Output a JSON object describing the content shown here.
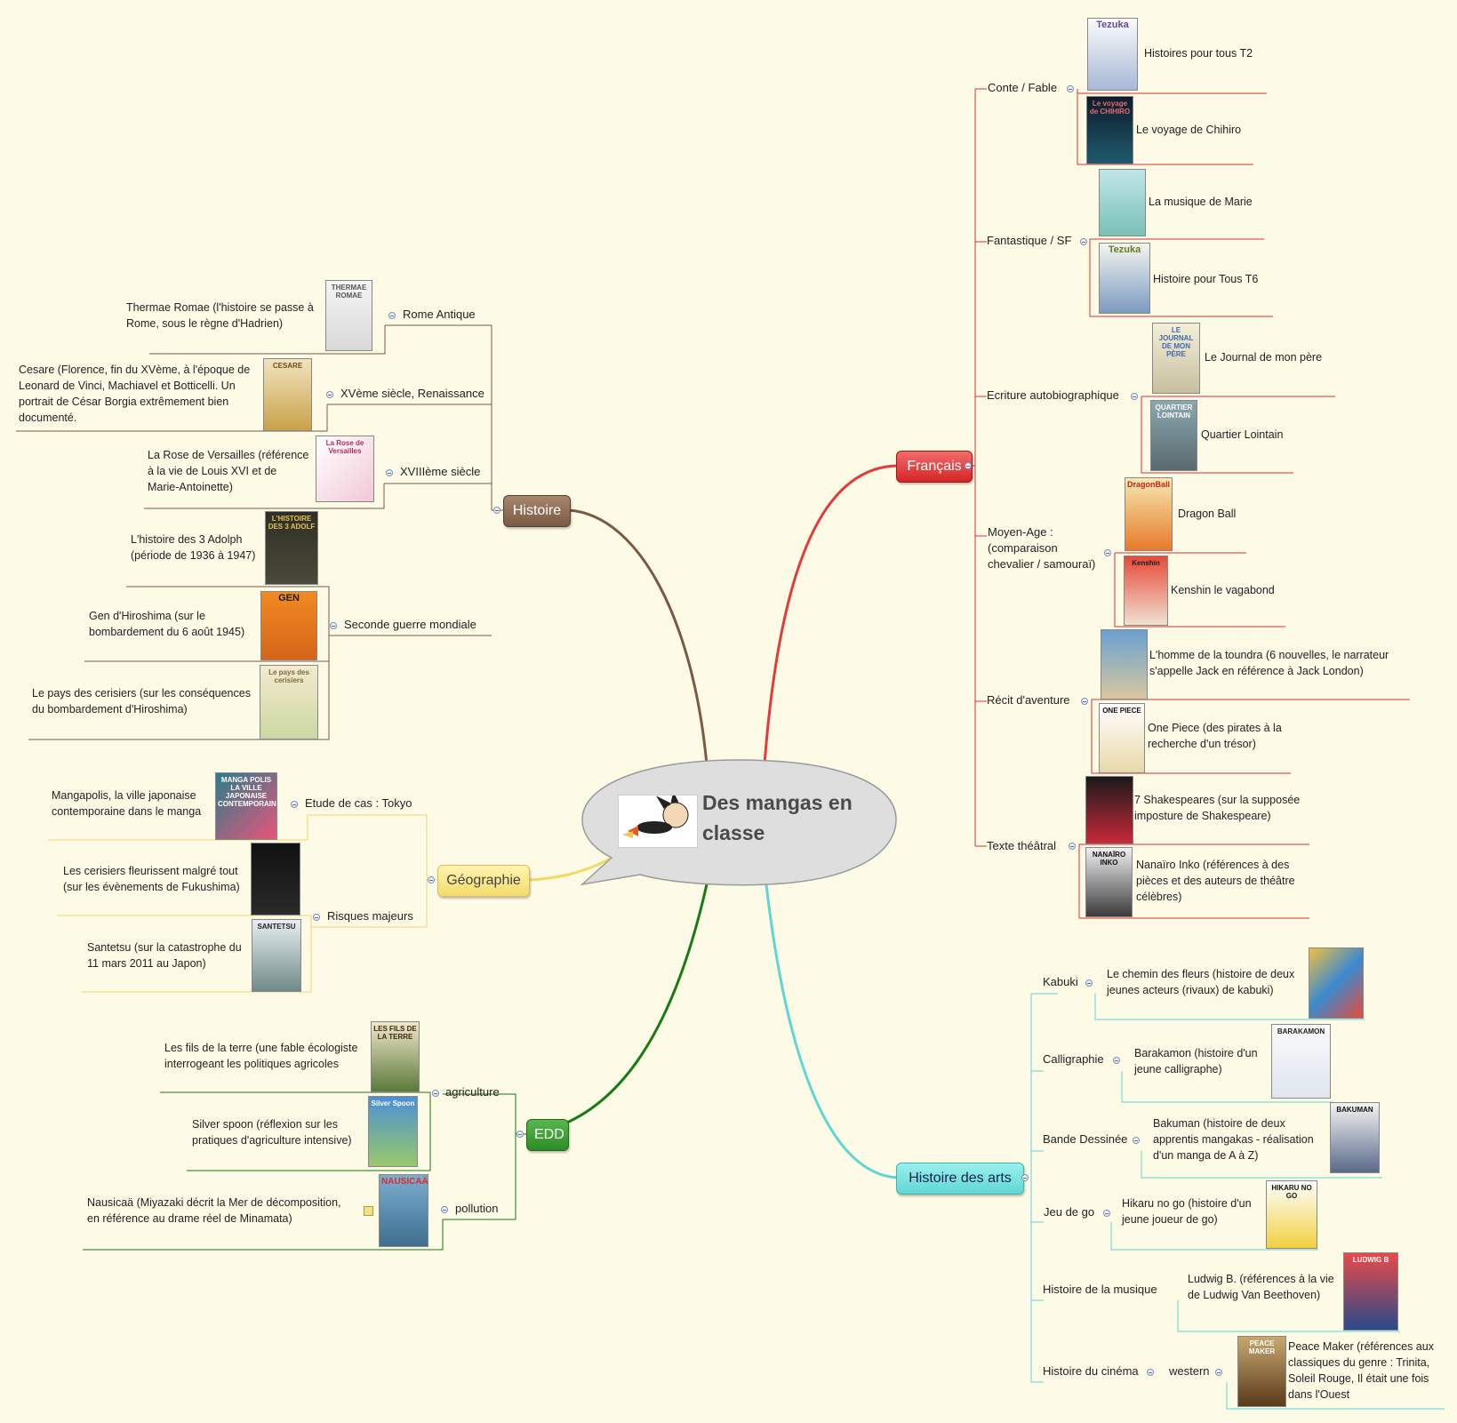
{
  "central": {
    "title": "Des mangas en\nclasse",
    "icon": "astro-boy-illustration"
  },
  "branches": {
    "histoire": {
      "label": "Histoire",
      "color": "#7a5a44",
      "topics": {
        "rome": "Rome Antique",
        "renaissance": "XVème siècle, Renaissance",
        "xviii": "XVIIIème siècle",
        "ww2": "Seconde guerre mondiale"
      },
      "works": [
        "Thermae Romae (l'histoire se passe à\nRome, sous le règne d'Hadrien)",
        "Cesare (Florence, fin du XVème, à l'époque de\nLeonard de Vinci, Machiavel et Botticelli. Un\nportrait de César Borgia extrêmement bien\ndocumenté.",
        "La Rose de Versailles (référence\nà la vie de Louis XVI et de\nMarie-Antoinette)",
        "L'histoire des 3 Adolph\n(période de 1936 à 1947)",
        "Gen d'Hiroshima (sur le\nbombardement du 6 août 1945)",
        "Le pays des cerisiers (sur les conséquences\ndu bombardement d'Hiroshima)"
      ],
      "covers": [
        "THERMAE ROMAE",
        "CESARE",
        "La Rose de Versailles",
        "L'HISTOIRE DES 3 ADOLF",
        "GEN",
        "Le pays des cerisiers"
      ]
    },
    "geographie": {
      "label": "Géographie",
      "color": "#f5e27a",
      "topics": {
        "tokyo": "Etude de cas : Tokyo",
        "risques": "Risques majeurs"
      },
      "works": [
        "Mangapolis, la ville japonaise\ncontemporaine dans le manga",
        "Les cerisiers fleurissent malgré tout\n(sur les évènements de Fukushima)",
        "Santetsu (sur la catastrophe du\n11 mars 2011 au Japon)"
      ],
      "covers": [
        "MANGA POLIS LA VILLE JAPONAISE CONTEMPORAINE",
        "",
        "SANTETSU"
      ]
    },
    "edd": {
      "label": "EDD",
      "color": "#3d9a35",
      "topics": {
        "agriculture": "agriculture",
        "pollution": "pollution"
      },
      "works": [
        "Les fils de la terre (une fable écologiste\ninterrogeant les politiques agricoles",
        "Silver spoon (réflexion sur les\npratiques d'agriculture intensive)",
        "Nausicaä (Miyazaki décrit la Mer de décomposition,\nen référence au drame réel de Minamata)"
      ],
      "covers": [
        "LES FILS DE LA TERRE",
        "Silver Spoon",
        "NAUSICAÄ"
      ]
    },
    "francais": {
      "label": "Français",
      "color": "#e53a3a",
      "topics": {
        "conte": "Conte / Fable",
        "fantastique": "Fantastique / SF",
        "autobio": "Ecriture autobiographique",
        "moyenage": "Moyen-Age :\n(comparaison\nchevalier / samouraï)",
        "aventure": "Récit d'aventure",
        "theatre": "Texte théâtral"
      },
      "works": [
        "Histoires pour tous T2",
        "Le voyage de Chihiro",
        "La musique de Marie",
        "Histoire pour Tous T6",
        "Le Journal de mon père",
        "Quartier Lointain",
        "Dragon Ball",
        "Kenshin le vagabond",
        "L'homme de la toundra (6 nouvelles, le narrateur\ns'appelle Jack en référence à Jack London)",
        "One Piece (des pirates à la\nrecherche d'un trésor)",
        "7 Shakespeares (sur la supposée\nimposture de Shakespeare)",
        "Nanaïro Inko (références à des\npièces et des auteurs de théâtre\ncélèbres)"
      ],
      "covers": [
        "Tezuka",
        "Le voyage de CHIHIRO",
        "",
        "Tezuka",
        "LE JOURNAL DE MON PÈRE",
        "QUARTIER LOINTAIN",
        "DragonBall",
        "Kenshin",
        "",
        "ONE PIECE",
        "",
        "NANAÏRO INKO"
      ]
    },
    "arts": {
      "label": "Histoire des arts",
      "color": "#5fd6d3",
      "topics": {
        "kabuki": "Kabuki",
        "calligraphie": "Calligraphie",
        "bd": "Bande Dessinée",
        "go": "Jeu de go",
        "musique": "Histoire de la musique",
        "cinema": "Histoire du cinéma",
        "western": "western"
      },
      "works": [
        "Le chemin des fleurs (histoire de deux\njeunes acteurs (rivaux) de kabuki)",
        "Barakamon (histoire d'un\njeune calligraphe)",
        "Bakuman (histoire de deux\napprentis mangakas - réalisation\nd'un manga de A à Z)",
        "Hikaru no go (histoire d'un\njeune joueur de go)",
        "Ludwig B. (références à la vie\nde Ludwig Van Beethoven)",
        "Peace Maker (références aux\nclassiques du genre : Trinita,\nSoleil Rouge, Il était une fois\ndans l'Ouest"
      ],
      "covers": [
        "",
        "BARAKAMON",
        "BAKUMAN",
        "HIKARU NO GO",
        "LUDWIG B",
        "PEACE MAKER"
      ]
    }
  }
}
